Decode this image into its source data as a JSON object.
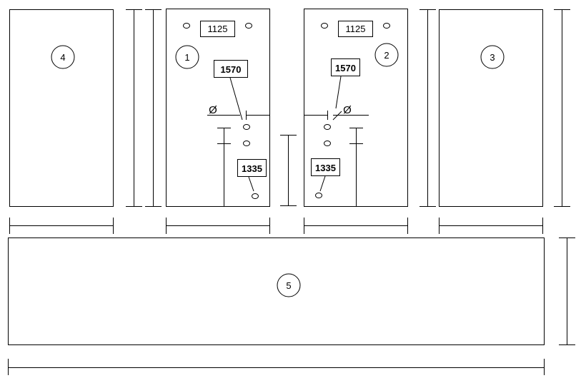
{
  "panels": [
    {
      "number": "4"
    },
    {
      "number": "1"
    },
    {
      "number": "2"
    },
    {
      "number": "3"
    },
    {
      "number": "5"
    }
  ],
  "labels": {
    "panel1_top": "1125",
    "panel1_mid": "1570",
    "panel1_low": "1335",
    "panel2_top": "1125",
    "panel2_mid": "1570",
    "panel2_low": "1335",
    "diameter_symbol": "Ø"
  },
  "colors": {
    "line": "#000000",
    "background": "#ffffff"
  }
}
